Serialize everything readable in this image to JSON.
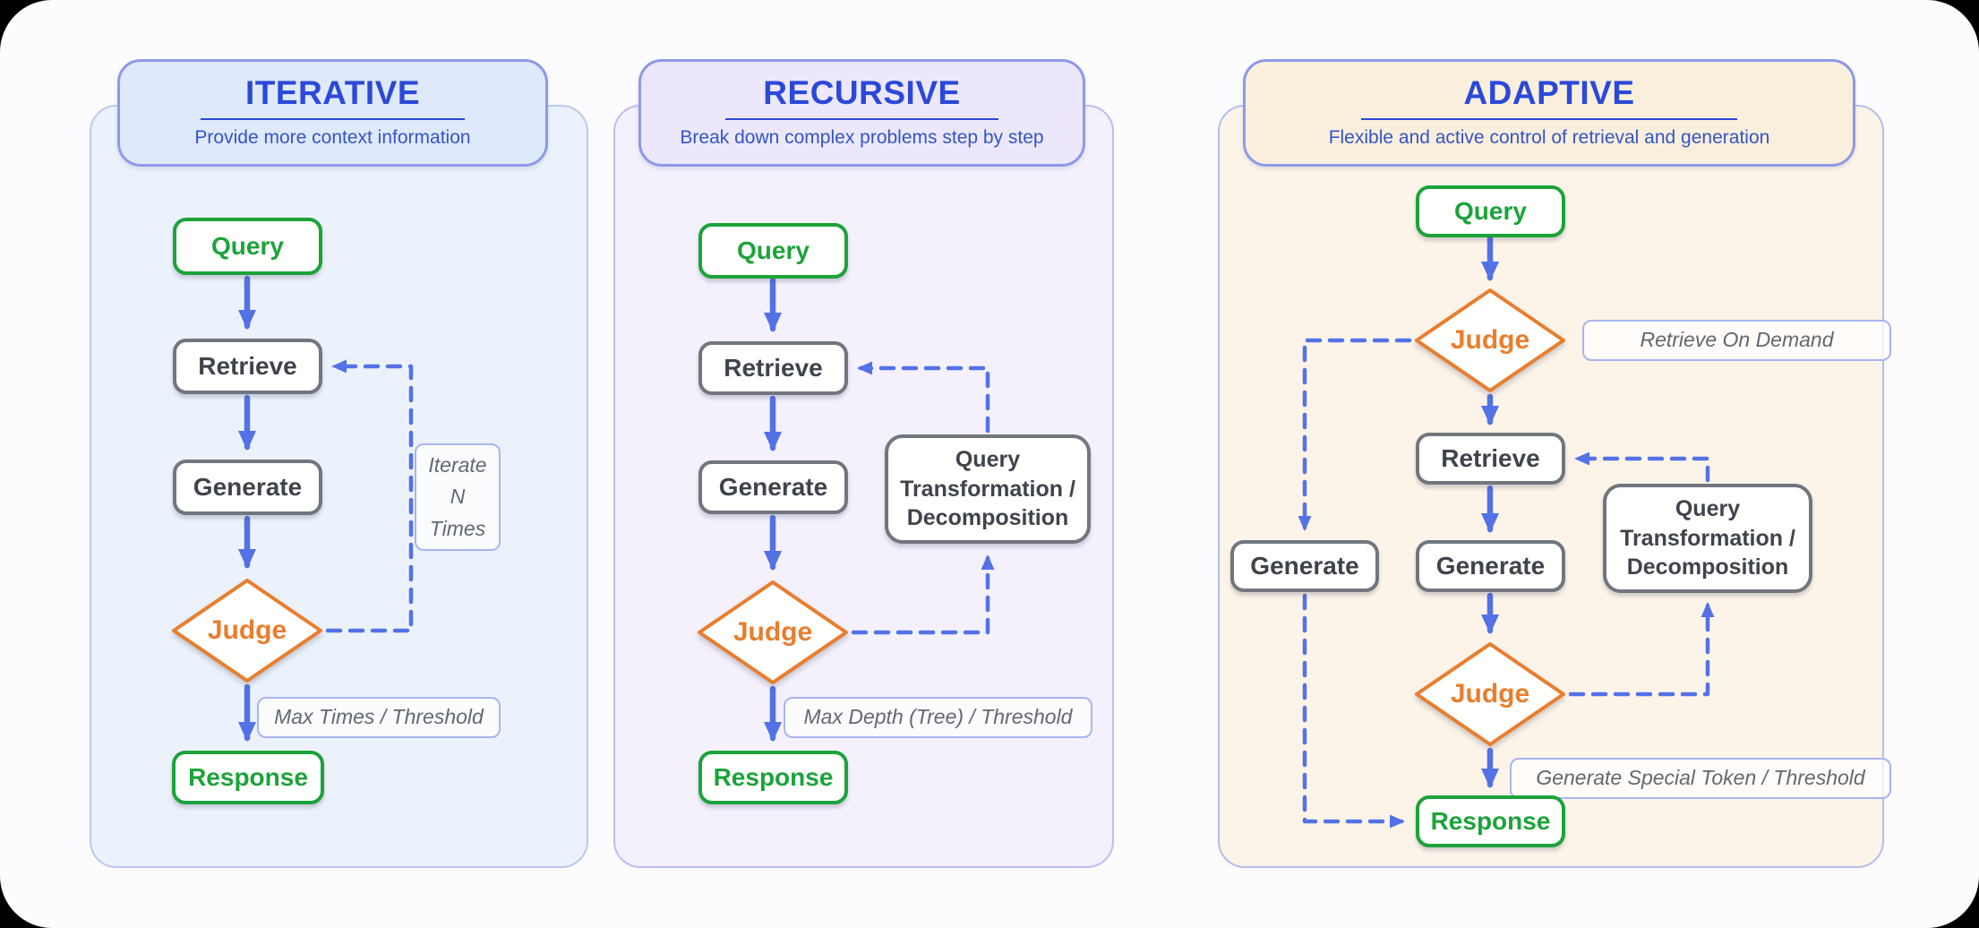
{
  "palette": {
    "title_blue": "#2b49d8",
    "subtitle_blue": "#3355c8",
    "arrow_blue": "#5372e6",
    "green": "#1ca33a",
    "gray_border": "#71767e",
    "gray_text": "#3f444c",
    "orange": "#e87e2e",
    "periwinkle_border": "#8e99e8",
    "panel1_bg": "#ecf2fb",
    "panel2_bg": "#f4f0fc",
    "panel3_bg": "#fdf4e9",
    "header1_bg": "#dfe9fc",
    "header2_bg": "#ece7fb",
    "header3_bg": "#faefdc"
  },
  "panels": [
    {
      "id": "iterative",
      "title": "ITERATIVE",
      "subtitle": "Provide more context information",
      "nodes": {
        "query": "Query",
        "retrieve": "Retrieve",
        "generate": "Generate",
        "judge": "Judge",
        "response": "Response"
      },
      "notes": {
        "loop_lines": [
          "Iterate",
          "N",
          "Times"
        ],
        "exit": "Max Times / Threshold"
      }
    },
    {
      "id": "recursive",
      "title": "RECURSIVE",
      "subtitle": "Break down complex problems step by step",
      "nodes": {
        "query": "Query",
        "retrieve": "Retrieve",
        "generate": "Generate",
        "judge": "Judge",
        "response": "Response",
        "query_transformation_lines": [
          "Query",
          "Transformation /",
          "Decomposition"
        ]
      },
      "notes": {
        "exit": "Max Depth (Tree) / Threshold"
      }
    },
    {
      "id": "adaptive",
      "title": "ADAPTIVE",
      "subtitle": "Flexible and  active control of retrieval and generation",
      "nodes": {
        "query": "Query",
        "judge_top": "Judge",
        "retrieve": "Retrieve",
        "generate_left": "Generate",
        "generate": "Generate",
        "judge_bottom": "Judge",
        "response": "Response",
        "query_transformation_lines": [
          "Query",
          "Transformation /",
          "Decomposition"
        ]
      },
      "notes": {
        "retrieve_on_demand": "Retrieve On  Demand",
        "exit": "Generate Special Token / Threshold"
      }
    }
  ]
}
